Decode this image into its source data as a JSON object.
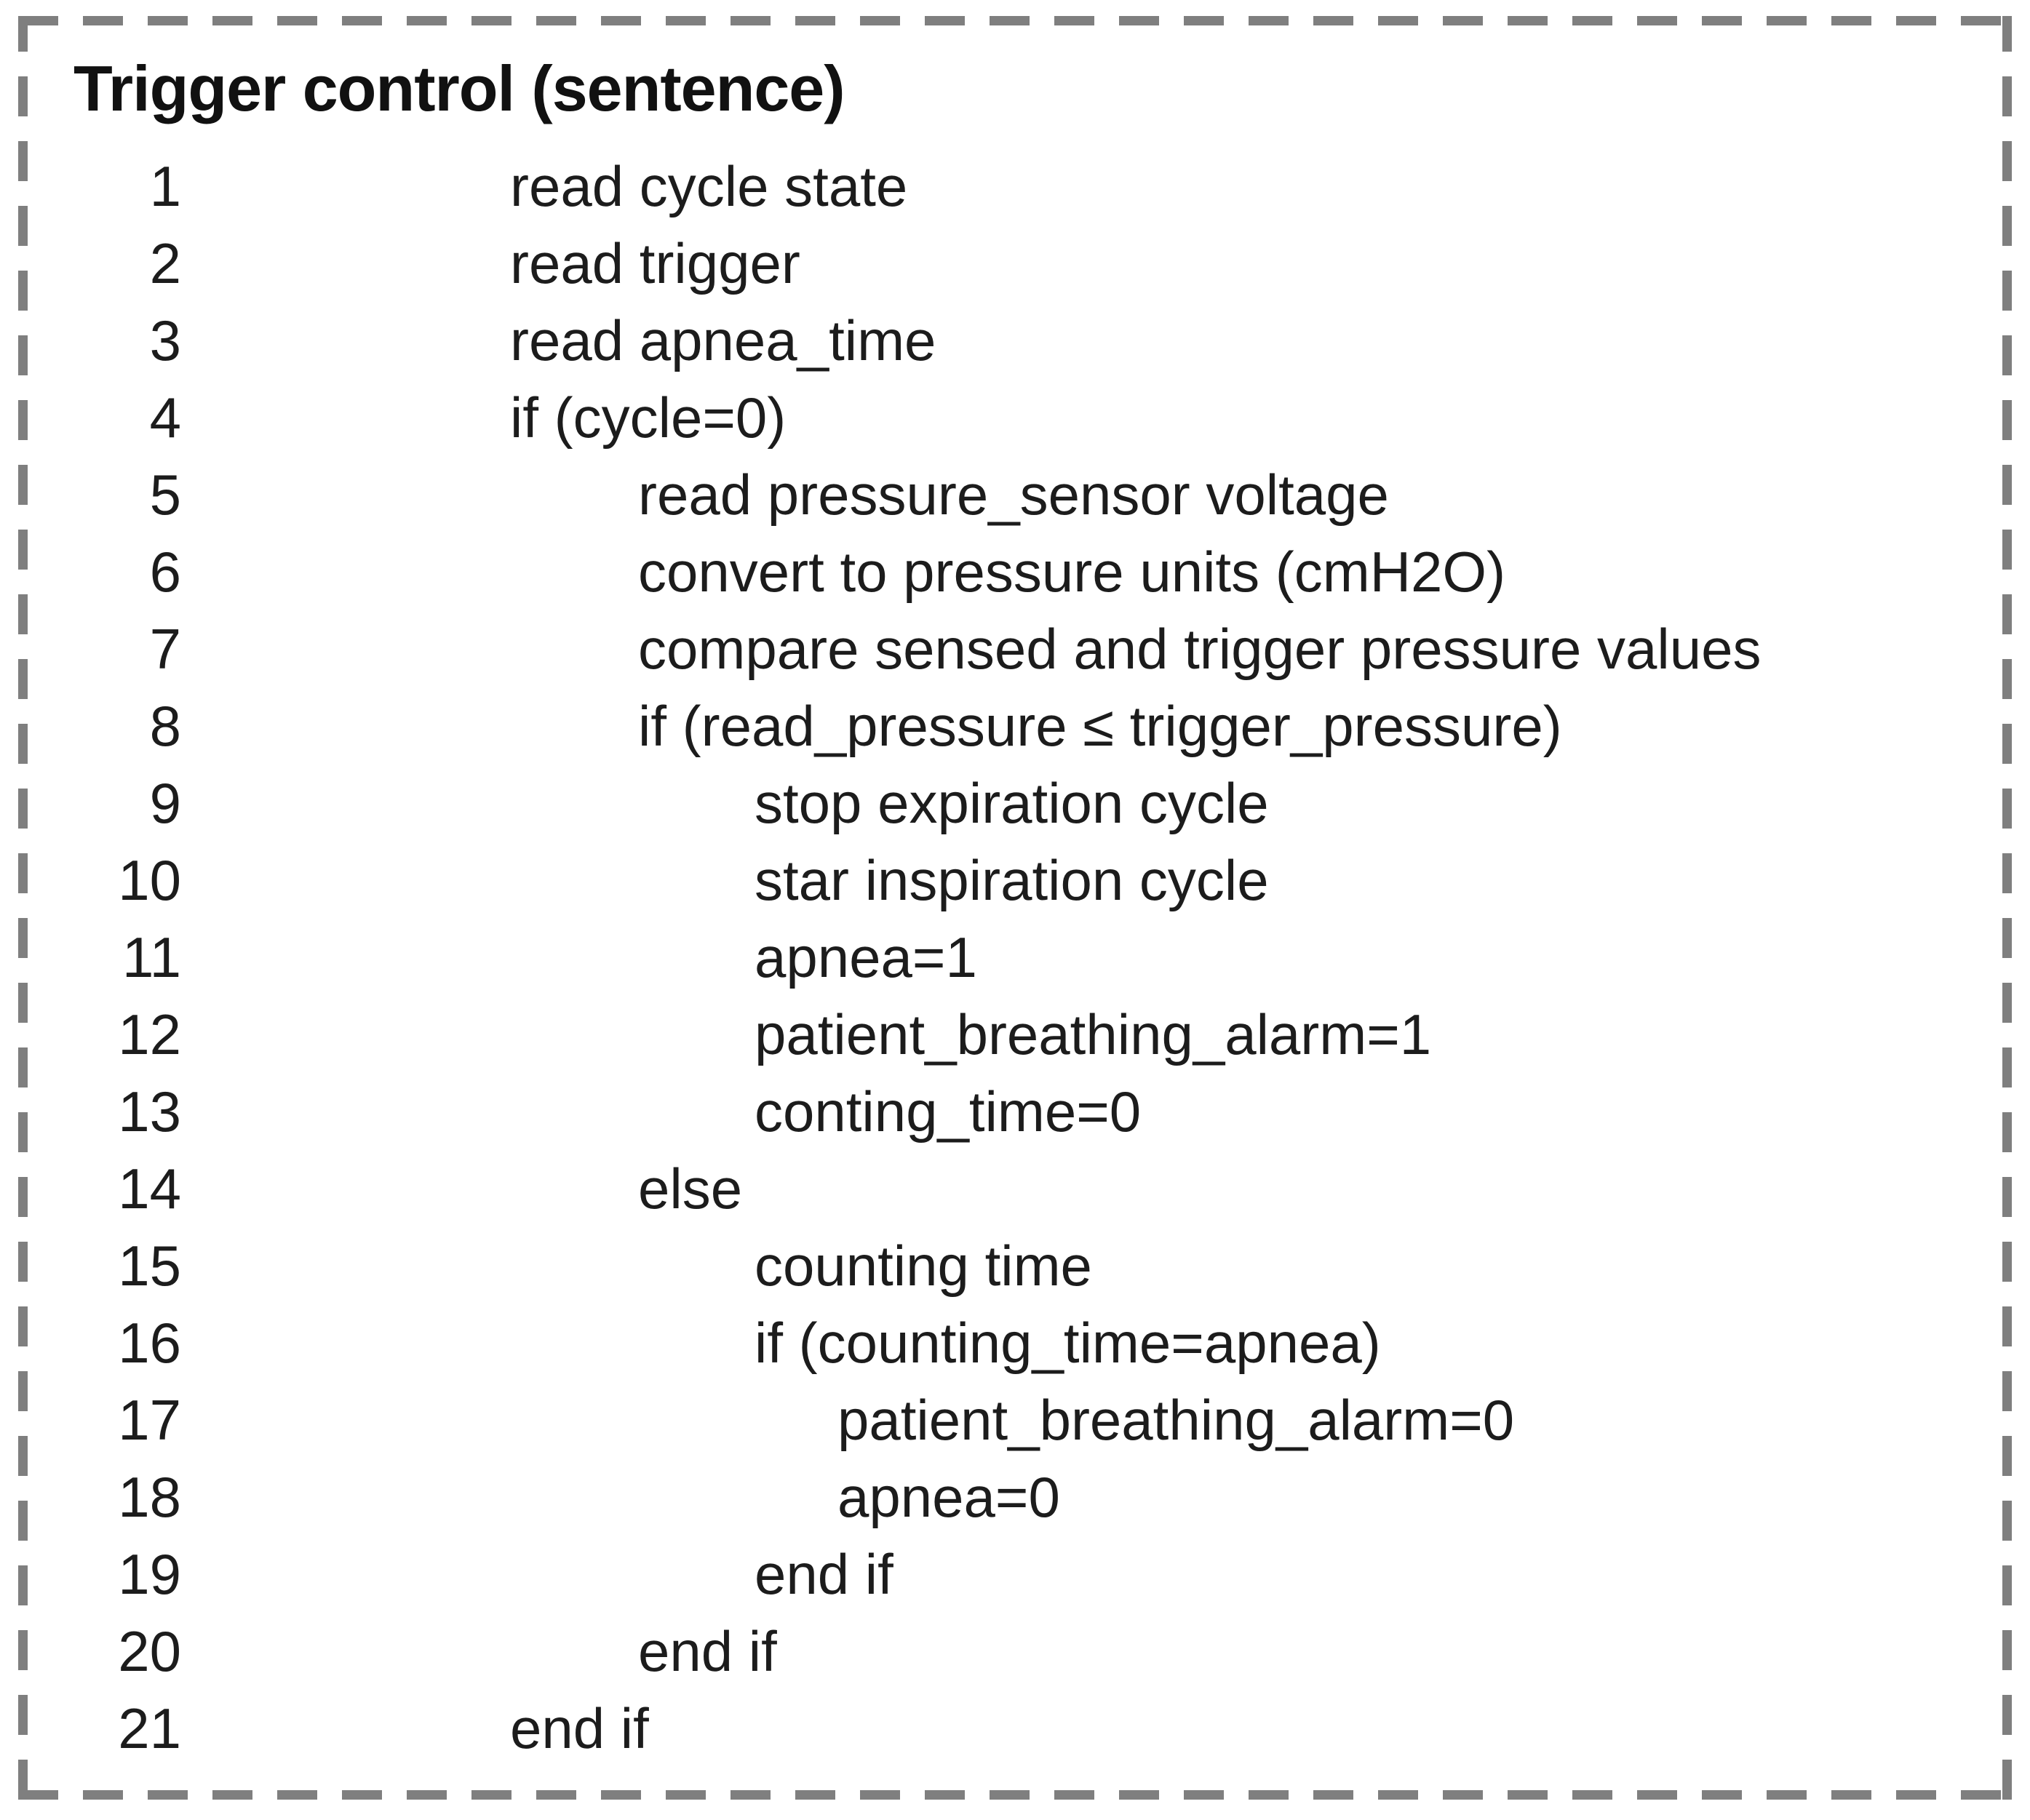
{
  "figure": {
    "title": "Trigger control (sentence)",
    "lines": [
      {
        "num": "1",
        "indent": 1,
        "text": "read cycle state"
      },
      {
        "num": "2",
        "indent": 1,
        "text": "read trigger"
      },
      {
        "num": "3",
        "indent": 1,
        "text": "read apnea_time"
      },
      {
        "num": "4",
        "indent": 1,
        "text": "if (cycle=0)"
      },
      {
        "num": "5",
        "indent": 2,
        "text": "read pressure_sensor voltage"
      },
      {
        "num": "6",
        "indent": 2,
        "text": "convert to pressure units (cmH2O)"
      },
      {
        "num": "7",
        "indent": 2,
        "text": "compare sensed and trigger pressure values"
      },
      {
        "num": "8",
        "indent": 2,
        "text": "if (read_pressure ≤ trigger_pressure)"
      },
      {
        "num": "9",
        "indent": 3,
        "text": "stop expiration cycle"
      },
      {
        "num": "10",
        "indent": 3,
        "text": "star inspiration cycle"
      },
      {
        "num": "11",
        "indent": 3,
        "text": "apnea=1"
      },
      {
        "num": "12",
        "indent": 3,
        "text": "patient_breathing_alarm=1"
      },
      {
        "num": "13",
        "indent": 3,
        "text": "conting_time=0"
      },
      {
        "num": "14",
        "indent": 2,
        "text": "else"
      },
      {
        "num": "15",
        "indent": 3,
        "text": "counting time"
      },
      {
        "num": "16",
        "indent": 3,
        "text": "if (counting_time=apnea)"
      },
      {
        "num": "17",
        "indent": 4,
        "text": "patient_breathing_alarm=0"
      },
      {
        "num": "18",
        "indent": 4,
        "text": "apnea=0"
      },
      {
        "num": "19",
        "indent": 3,
        "text": "end if"
      },
      {
        "num": "20",
        "indent": 2,
        "text": "end if"
      },
      {
        "num": "21",
        "indent": 1,
        "text": "end if"
      }
    ],
    "colors": {
      "border": "#7f7f7f",
      "text": "#1c1c1c",
      "background": "#ffffff"
    }
  }
}
